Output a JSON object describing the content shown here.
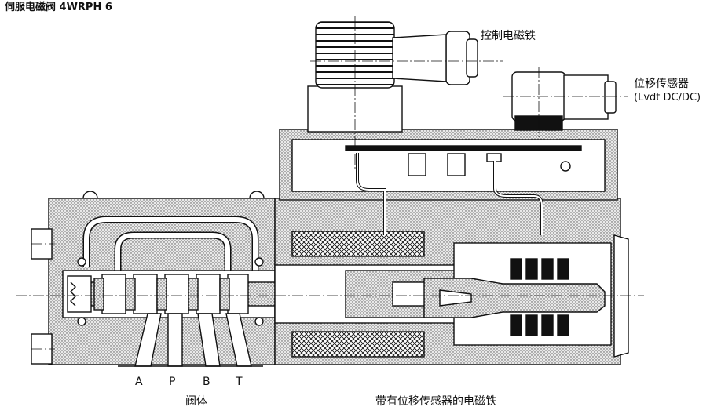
{
  "title": "伺服电磁阀 4WRPH 6",
  "labels": {
    "control_solenoid": "控制电磁铁",
    "sensor_name": "位移传感器",
    "sensor_type": "(Lvdt DC/DC)",
    "valve_body": "阀体",
    "solenoid_with_sensor": "带有位移传感器的电磁铁"
  },
  "ports": [
    "A",
    "P",
    "B",
    "T"
  ],
  "colors": {
    "line": "#111111",
    "dot_fill": "#c8c8c8",
    "hatch": "#222222",
    "background": "#ffffff"
  }
}
